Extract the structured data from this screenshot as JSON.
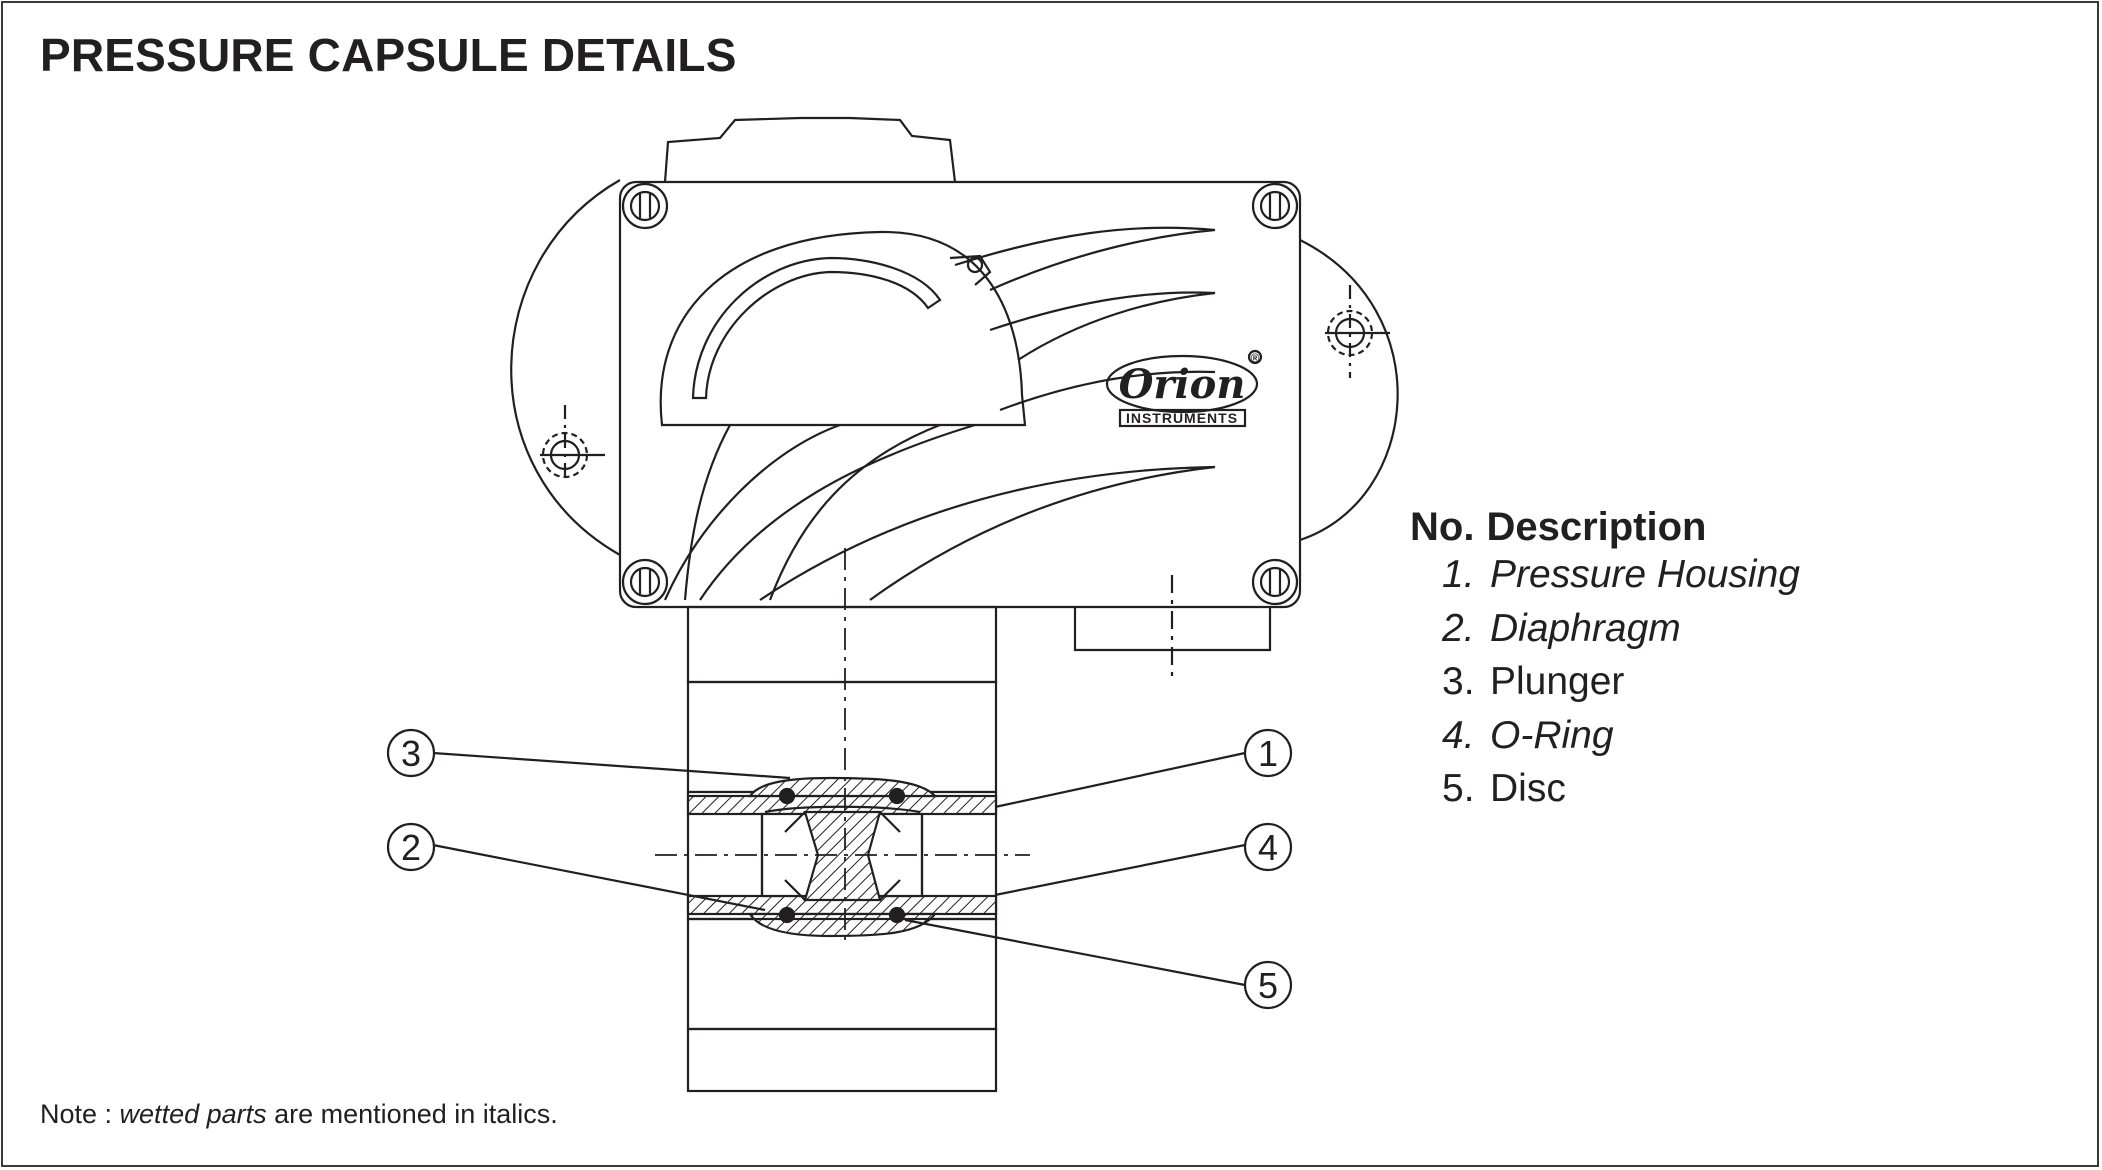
{
  "title": "PRESSURE CAPSULE DETAILS",
  "logo": {
    "brand": "Orion",
    "subtitle": "INSTRUMENTS",
    "registered_mark": "®"
  },
  "legend": {
    "header_no": "No.",
    "header_description": "Description",
    "items": [
      {
        "number": "1.",
        "description": "Pressure Housing",
        "wetted": true
      },
      {
        "number": "2.",
        "description": "Diaphragm",
        "wetted": true
      },
      {
        "number": "3.",
        "description": "Plunger",
        "wetted": false
      },
      {
        "number": "4.",
        "description": "O-Ring",
        "wetted": true
      },
      {
        "number": "5.",
        "description": "Disc",
        "wetted": false
      }
    ]
  },
  "callouts": [
    "1",
    "2",
    "3",
    "4",
    "5"
  ],
  "note": {
    "prefix": "Note : ",
    "italic_part": "wetted parts",
    "suffix": " are mentioned in italics."
  },
  "colors": {
    "ink": "#231f20",
    "background": "#ffffff",
    "border": "#3a3a3a"
  }
}
